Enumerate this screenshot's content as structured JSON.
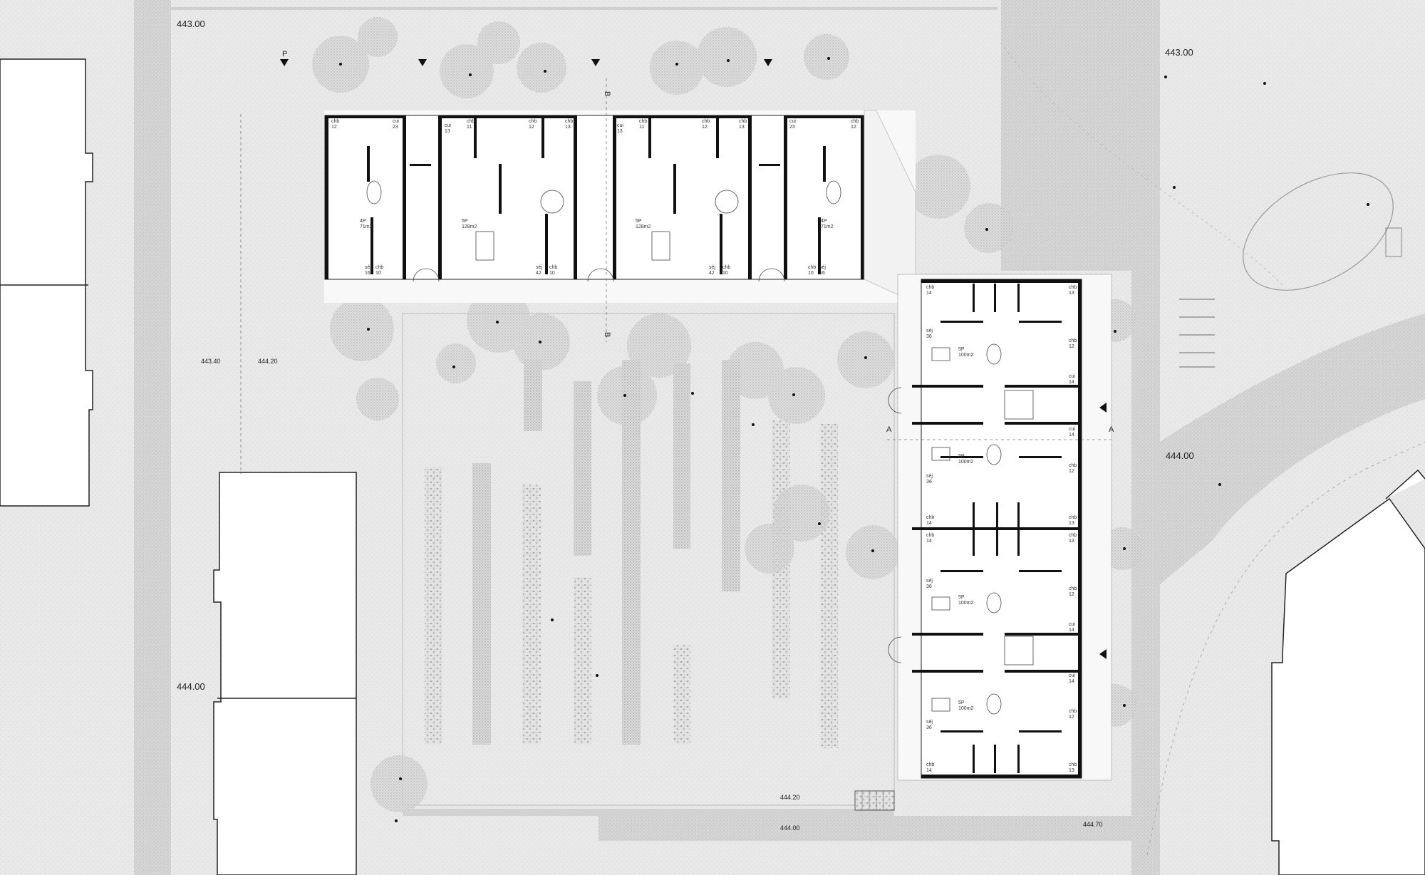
{
  "elevations": {
    "nw": "443.00",
    "ne": "443.00",
    "east": "444.00",
    "west": "444.00",
    "mid_a": "443.40",
    "mid_b": "444.20",
    "south_a": "444.20",
    "south_b": "444.00",
    "south_c": "444.70"
  },
  "markers": {
    "p": "P",
    "b": "B",
    "a": "A"
  },
  "units_north": [
    {
      "type": "4P",
      "area": "71m2",
      "rooms": [
        "chb",
        "12",
        "cui",
        "23",
        "séj",
        "16",
        "chb",
        "10"
      ]
    },
    {
      "type": "5P",
      "area": "128m2",
      "rooms": [
        "cui",
        "13",
        "chb",
        "11",
        "chb",
        "12",
        "chb",
        "13",
        "séj",
        "42",
        "chb",
        "10"
      ]
    },
    {
      "type": "5P",
      "area": "128m2",
      "rooms": [
        "cui",
        "13",
        "chb",
        "11",
        "chb",
        "12",
        "chb",
        "13",
        "séj",
        "42",
        "chb",
        "10"
      ]
    },
    {
      "type": "4P",
      "area": "71m2",
      "rooms": [
        "cui",
        "23",
        "chb",
        "12",
        "chb",
        "10",
        "séj",
        "16"
      ]
    }
  ],
  "units_east": [
    {
      "type": "5P",
      "area": "100m2",
      "rooms": [
        "chb",
        "14",
        "chb",
        "13",
        "séj",
        "36",
        "chb",
        "12",
        "cui",
        "14"
      ]
    },
    {
      "type": "5P",
      "area": "100m2",
      "rooms": [
        "cui",
        "14",
        "séj",
        "36",
        "chb",
        "12",
        "chb",
        "14",
        "chb",
        "13"
      ]
    },
    {
      "type": "5P",
      "area": "100m2",
      "rooms": [
        "chb",
        "14",
        "chb",
        "13",
        "séj",
        "36",
        "chb",
        "12",
        "cui",
        "14"
      ]
    },
    {
      "type": "5P",
      "area": "100m2",
      "rooms": [
        "cui",
        "14",
        "séj",
        "36",
        "chb",
        "12",
        "chb",
        "14",
        "chb",
        "13"
      ]
    }
  ]
}
